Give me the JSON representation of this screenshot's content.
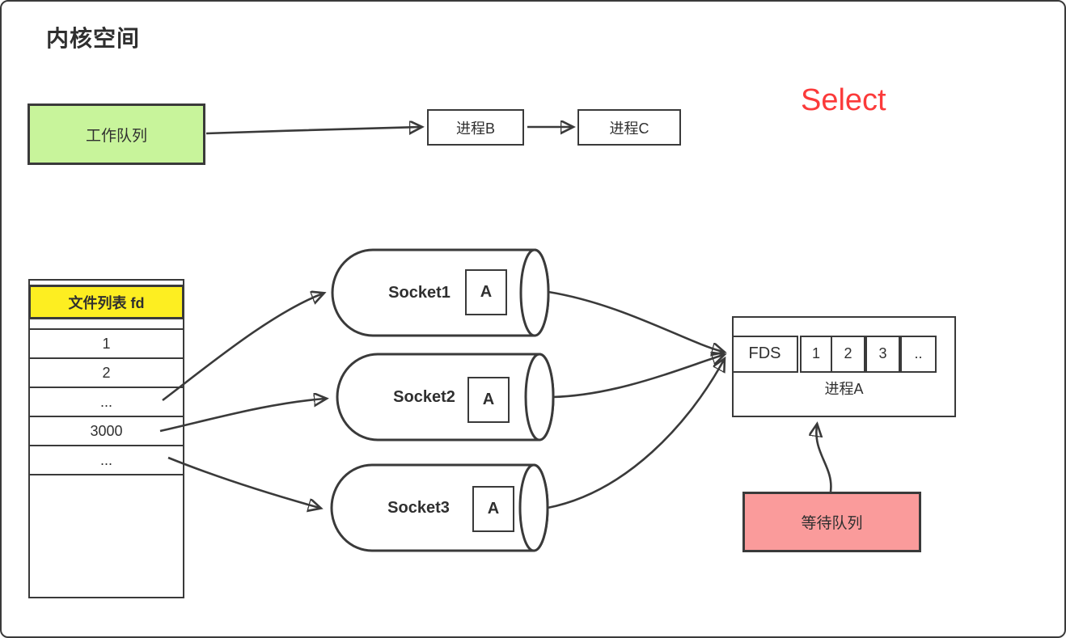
{
  "title": "内核空间",
  "select_label": "Select",
  "work_queue": {
    "label": "工作队列"
  },
  "process_b": {
    "label": "进程B"
  },
  "process_c": {
    "label": "进程C"
  },
  "fd_table": {
    "header": "文件列表 fd",
    "rows": [
      "1",
      "2",
      "...",
      "3000",
      "..."
    ]
  },
  "sockets": [
    {
      "label": "Socket1",
      "flag": "A"
    },
    {
      "label": "Socket2",
      "flag": "A"
    },
    {
      "label": "Socket3",
      "flag": "A"
    }
  ],
  "process_a": {
    "fds_label": "FDS",
    "cells": [
      "1",
      "2",
      "3",
      ".."
    ],
    "label": "进程A"
  },
  "wait_queue": {
    "label": "等待队列"
  },
  "colors": {
    "line": "#3a3a3a",
    "work_queue_green": "#c8f49b",
    "header_yellow": "#fdee21",
    "wait_queue_pink": "#fa9b9b",
    "select_red": "#fb3a3a"
  }
}
